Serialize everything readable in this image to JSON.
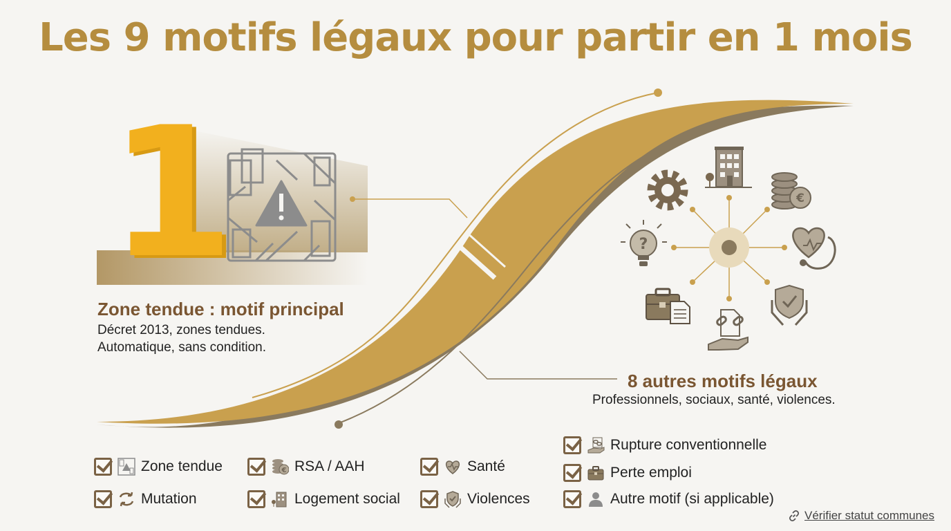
{
  "title": "Les 9 motifs légaux pour partir en 1 mois",
  "primary": {
    "number": "1",
    "heading": "Zone tendue : motif principal",
    "lines": [
      "Décret 2013, zones tendues.",
      "Automatique, sans condition."
    ],
    "icon": "city-warning-icon"
  },
  "others": {
    "heading": "8 autres motifs légaux",
    "subtitle": "Professionnels, sociaux, santé, violences.",
    "icons": [
      "gear-icon",
      "building-icon",
      "coins-euro-icon",
      "lightbulb-question-icon",
      "heart-stethoscope-icon",
      "briefcase-document-icon",
      "broken-chain-hand-icon",
      "shield-hands-icon"
    ]
  },
  "checklist": [
    {
      "label": "Zone tendue",
      "icon": "city-warning-icon"
    },
    {
      "label": "Mutation",
      "icon": "swap-arrows-icon"
    },
    {
      "label": "RSA / AAH",
      "icon": "coins-euro-icon"
    },
    {
      "label": "Logement social",
      "icon": "building-icon"
    },
    {
      "label": "Santé",
      "icon": "heart-icon"
    },
    {
      "label": "Violences",
      "icon": "shield-hands-icon"
    },
    {
      "label": "Rupture conventionnelle",
      "icon": "broken-chain-hand-icon"
    },
    {
      "label": "Perte emploi",
      "icon": "briefcase-icon"
    },
    {
      "label": "Autre motif (si applicable)",
      "icon": "person-icon"
    }
  ],
  "link": {
    "label": "Vérifier statut communes",
    "icon": "link-icon"
  },
  "colors": {
    "gold": "#c9a04e",
    "brown": "#7a5632",
    "yellow": "#f2b01e",
    "taupe": "#8a7a5e",
    "icon_gray": "#8c8c8c"
  }
}
